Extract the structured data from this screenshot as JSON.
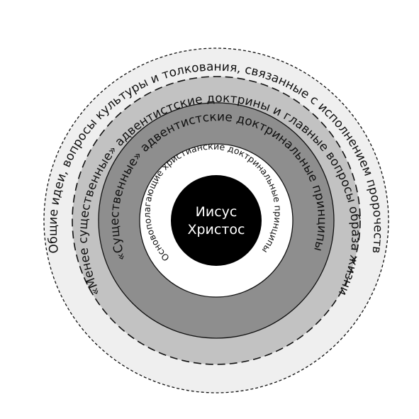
{
  "diagram": {
    "center": {
      "line1": "Иисус",
      "line2": "Христос"
    },
    "rings": {
      "ring1": "Основополагающие христианские доктринальные принципы",
      "ring2": "«Существенные» адвентистские доктринальные принципы",
      "ring3": "«Менее существенные» адвентистские доктрины и главные вопросы образа жизни",
      "ring4": "Общие идеи, вопросы культуры и толкования, связанные с исполнением пророчеств"
    },
    "colors": {
      "center_fill": "#000000",
      "ring1_fill": "#ffffff",
      "ring2_fill": "#8e8e8e",
      "ring3_fill": "#c2c2c2",
      "ring4_fill": "#efefef",
      "outline": "#111111"
    }
  }
}
